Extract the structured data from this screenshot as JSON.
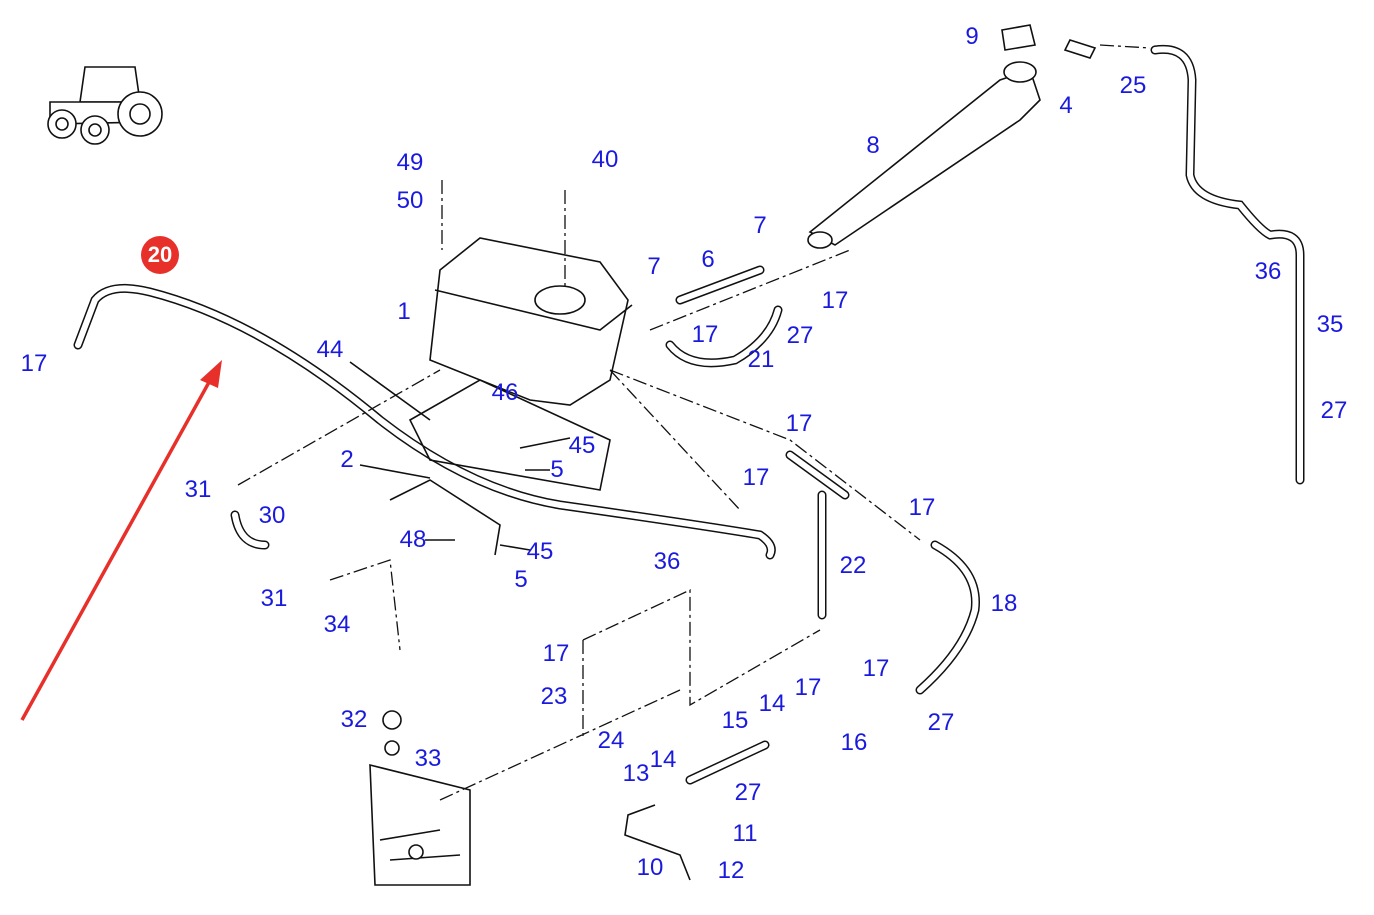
{
  "highlighted_part": {
    "label": "20",
    "color": "#e8302a"
  },
  "arrow_color": "#e8302a",
  "label_color": "#1a1adf",
  "icons": {
    "vehicle": "tractor-icon"
  },
  "part_labels": [
    "9",
    "25",
    "4",
    "8",
    "49",
    "40",
    "50",
    "7",
    "7",
    "6",
    "17",
    "36",
    "35",
    "1",
    "17",
    "27",
    "21",
    "17",
    "44",
    "46",
    "45",
    "5",
    "17",
    "27",
    "17",
    "2",
    "31",
    "30",
    "17",
    "48",
    "45",
    "5",
    "36",
    "22",
    "31",
    "18",
    "34",
    "17",
    "17",
    "17",
    "23",
    "14",
    "15",
    "32",
    "27",
    "24",
    "16",
    "33",
    "14",
    "13",
    "27",
    "11",
    "10",
    "12"
  ]
}
